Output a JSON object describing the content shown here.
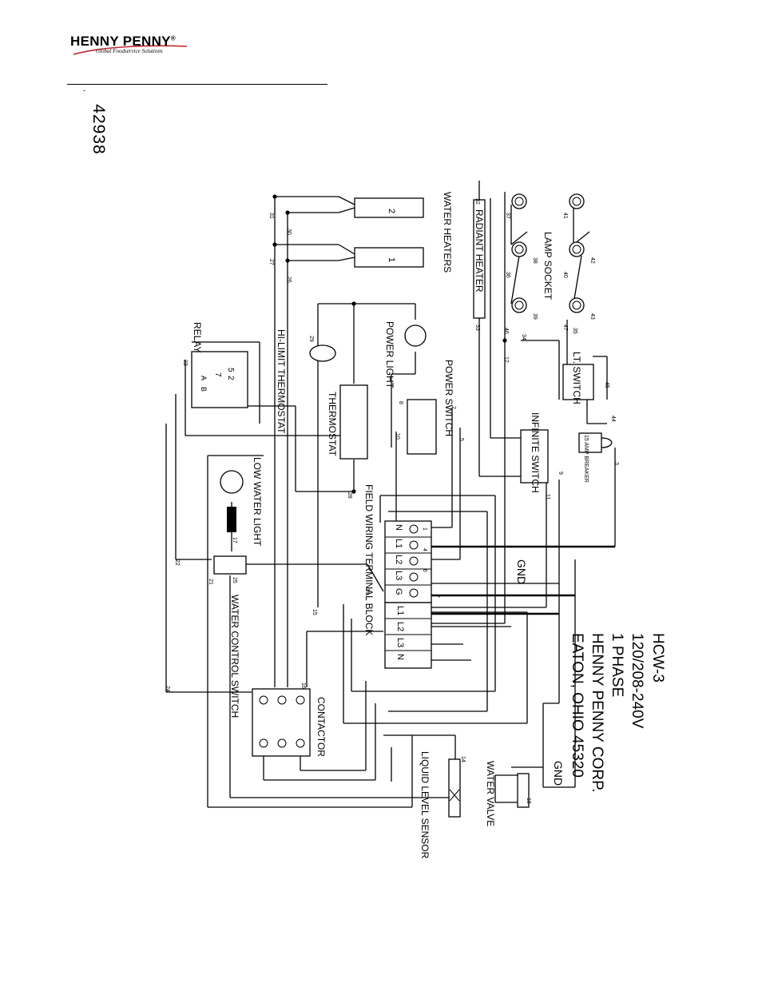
{
  "header": {
    "brand": "HENNY PENNY",
    "reg_mark": "®",
    "tagline": "Global Foodservice Solutions",
    "tick": "-",
    "doc_number": "42938"
  },
  "title_block": {
    "model": "HCW-3",
    "voltage": "120/208-240V",
    "phase": "1 PHASE",
    "company": "HENNY PENNY CORP.",
    "location": "EATON, OHIO 45320"
  },
  "components": {
    "water_heaters": "WATER HEATERS",
    "heater_1": "1",
    "heater_2": "2",
    "lamp_socket": "LAMP SOCKET",
    "radiant_heater": "RADIANT HEATER",
    "power_light": "POWER LIGHT",
    "power_switch": "POWER SWITCH",
    "hi_limit_thermostat": "HI-LIMIT THERMOSTAT",
    "thermostat": "THERMOSTAT",
    "relay": "RELAY",
    "lt_switch": "LT. SWITCH",
    "breaker": "15 AMP BREAKER",
    "infinite_switch": "INFINITE SWITCH",
    "field_wiring": "FIELD WIRING TERMINAL BLOCK",
    "low_water_light": "LOW WATER LIGHT",
    "water_control_switch": "WATER CONTROL SWITCH",
    "contactor": "CONTACTOR",
    "liquid_level_sensor": "LIQUID LEVEL SENSOR",
    "water_valve": "WATER VALVE",
    "gnd_1": "GND",
    "gnd_2": "GND"
  },
  "terminal_block": {
    "upper": [
      "N",
      "L1",
      "L2",
      "L3",
      "G"
    ],
    "lower": [
      "L1",
      "L2",
      "L3",
      "N"
    ]
  },
  "relay_pins": [
    "2",
    "5",
    "7",
    "A",
    "B"
  ],
  "wire_numbers": [
    "1",
    "2",
    "3",
    "4",
    "5",
    "6",
    "7",
    "8",
    "9",
    "10",
    "11",
    "12",
    "13",
    "14",
    "15",
    "16",
    "17",
    "18",
    "21",
    "22",
    "23",
    "24",
    "25",
    "26",
    "27",
    "28",
    "29",
    "30",
    "31",
    "32",
    "33",
    "34",
    "35",
    "36",
    "37",
    "38",
    "39",
    "40",
    "41",
    "42",
    "43",
    "44",
    "45",
    "46",
    "47"
  ]
}
